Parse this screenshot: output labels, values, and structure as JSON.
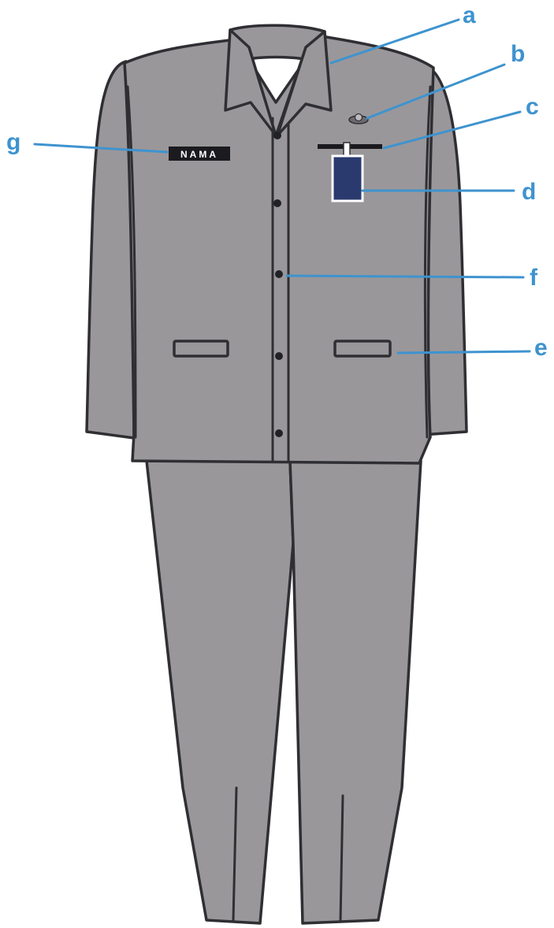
{
  "name_tag": {
    "text": "NAMA"
  },
  "callouts": {
    "a": "a",
    "b": "b",
    "c": "c",
    "d": "d",
    "e": "e",
    "f": "f",
    "g": "g"
  },
  "colors": {
    "fabric": "#9a979a",
    "outline": "#2f2f33",
    "callout_blue": "#3e93cf",
    "id_card": "#2a3a6e",
    "name_tag_bg": "#1b1b1f"
  }
}
